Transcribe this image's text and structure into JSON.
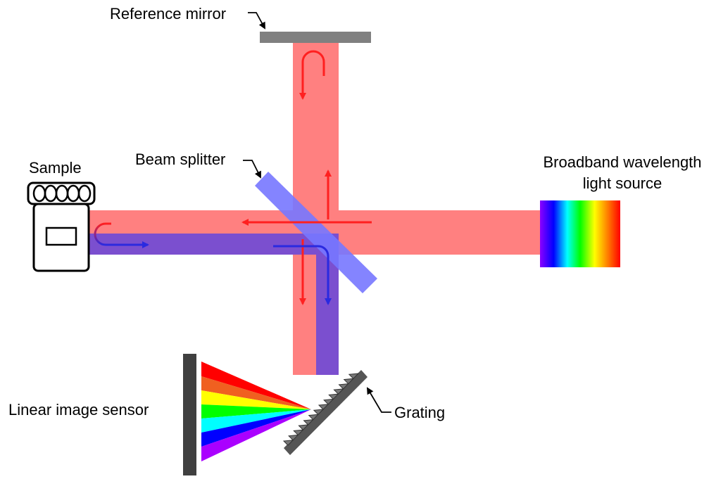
{
  "labels": {
    "reference_mirror": "Reference mirror",
    "beam_splitter": "Beam splitter",
    "sample": "Sample",
    "light_source_line1": "Broadband wavelength",
    "light_source_line2": "light source",
    "linear_image_sensor": "Linear image sensor",
    "grating": "Grating"
  },
  "colors": {
    "red_beam": "#ff8080",
    "blue_beam": "#7b4fcf",
    "red_arrow": "#ff2020",
    "blue_arrow": "#2a2ae0",
    "mirror": "#808080",
    "splitter": "#7777ff",
    "sensor": "#404040"
  },
  "spectrum": [
    "#8b00ff",
    "#0000ff",
    "#00ffff",
    "#00ff00",
    "#ffff00",
    "#ff8000",
    "#ff0000"
  ],
  "dispersed_bands": [
    "#ff0000",
    "#f06020",
    "#ffff00",
    "#00ff00",
    "#00ffff",
    "#0000ff",
    "#aa00ff"
  ]
}
